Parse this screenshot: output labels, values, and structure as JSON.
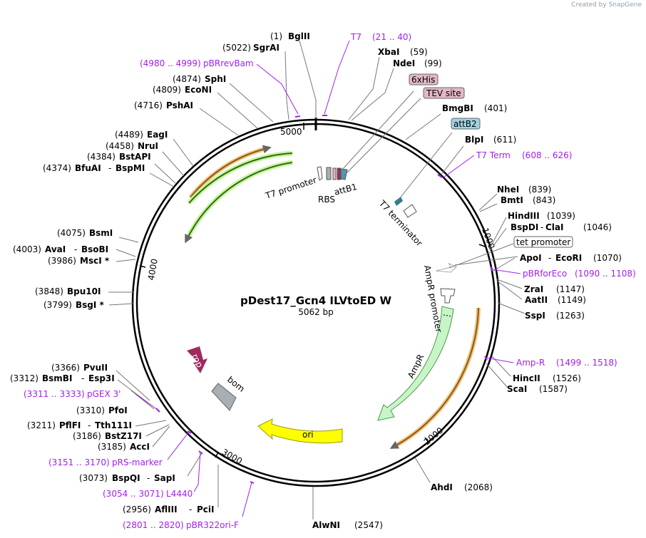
{
  "credit": {
    "prefix": "Created by",
    "brand": "SnapGene"
  },
  "plasmid": {
    "name": "pDest17_Gcn4 ILVtoED W",
    "length_label": "5062 bp"
  },
  "ticks": [
    "5000",
    "1000",
    "2000",
    "3000",
    "4000"
  ],
  "right_sites": [
    {
      "name": "BglII",
      "pos": "(1)"
    },
    {
      "name": "XbaI",
      "pos": "(59)"
    },
    {
      "name": "NdeI",
      "pos": "(99)"
    },
    {
      "name": "BmgBI",
      "pos": "(401)"
    },
    {
      "name": "BlpI",
      "pos": "(611)"
    },
    {
      "name": "NheI",
      "pos": "(839)"
    },
    {
      "name": "BmtI",
      "pos": "(843)"
    },
    {
      "name": "HindIII",
      "pos": "(1039)"
    },
    {
      "name": "BspDI",
      "name2": "ClaI",
      "pos": "(1046)"
    },
    {
      "name": "ApoI",
      "name2": "EcoRI",
      "pos": "(1070)"
    },
    {
      "name": "ZraI",
      "pos": "(1147)"
    },
    {
      "name": "AatII",
      "pos": "(1149)"
    },
    {
      "name": "SspI",
      "pos": "(1263)"
    },
    {
      "name": "HincII",
      "pos": "(1526)"
    },
    {
      "name": "ScaI",
      "pos": "(1587)"
    },
    {
      "name": "AhdI",
      "pos": "(2068)"
    },
    {
      "name": "AlwNI",
      "pos": "(2547)"
    }
  ],
  "left_sites": [
    {
      "name": "SgrAI",
      "pos": "(5022)"
    },
    {
      "name": "SphI",
      "pos": "(4874)"
    },
    {
      "name": "EcoNI",
      "pos": "(4809)"
    },
    {
      "name": "PshAI",
      "pos": "(4716)"
    },
    {
      "name": "EagI",
      "pos": "(4489)"
    },
    {
      "name": "NruI",
      "pos": "(4458)"
    },
    {
      "name": "BstAPI",
      "pos": "(4384)"
    },
    {
      "name": "BfuAI",
      "name2": "BspMI",
      "pos": "(4374)"
    },
    {
      "name": "BsmI",
      "pos": "(4075)"
    },
    {
      "name": "AvaI",
      "name2": "BsoBI",
      "pos": "(4003)"
    },
    {
      "name": "MscI *",
      "pos": "(3986)"
    },
    {
      "name": "Bpu10I",
      "pos": "(3848)"
    },
    {
      "name": "BsgI *",
      "pos": "(3799)"
    },
    {
      "name": "PvuII",
      "pos": "(3366)"
    },
    {
      "name": "BsmBI",
      "name2": "Esp3I",
      "pos": "(3312)"
    },
    {
      "name": "PfoI",
      "pos": "(3310)"
    },
    {
      "name": "PflFI",
      "name2": "Tth111I",
      "pos": "(3211)"
    },
    {
      "name": "BstZ17I",
      "pos": "(3186)"
    },
    {
      "name": "AccI",
      "pos": "(3185)"
    },
    {
      "name": "BspQI",
      "name2": "SapI",
      "pos": "(3073)"
    },
    {
      "name": "AflIII",
      "name2": "PciI",
      "pos": "(2956)"
    }
  ],
  "primers": [
    {
      "name": "T7",
      "range": "(21 .. 40)"
    },
    {
      "name": "T7 Term",
      "range": "(608 .. 626)"
    },
    {
      "name": "pBRforEco",
      "range": "(1090 .. 1108)"
    },
    {
      "name": "Amp-R",
      "range": "(1499 .. 1518)"
    },
    {
      "name": "pBRrevBam",
      "range": "(4980 .. 4999)"
    },
    {
      "name": "pGEX 3'",
      "range": "(3311 .. 3333)"
    },
    {
      "name": "pRS-marker",
      "range": "(3151 .. 3170)"
    },
    {
      "name": "L4440",
      "range": "(3054 .. 3071)"
    },
    {
      "name": "pBR322ori-F",
      "range": "(2801 .. 2820)"
    }
  ],
  "boxed_features": [
    {
      "name": "6xHis",
      "color": "#e3b7c8"
    },
    {
      "name": "TEV site",
      "color": "#e3b7c8"
    },
    {
      "name": "attB2",
      "color": "#9fd3e0"
    },
    {
      "name": "tet promoter",
      "color": "#ffffff"
    }
  ],
  "inner_features": [
    "T7 promoter",
    "RBS",
    "attB1",
    "T7 terminator",
    "AmpR promoter",
    "AmpR",
    "ori",
    "rop",
    "bom"
  ],
  "colors": {
    "primer": "#a020f0",
    "ampr": "#c8f5c8",
    "ori": "#ffff00",
    "rop": "#9e2a5e",
    "bom": "#a8aeb3",
    "orf_outline": "#e8a84a",
    "orf_green": "#3a8a1a",
    "terminator": "#2e7d8c"
  }
}
